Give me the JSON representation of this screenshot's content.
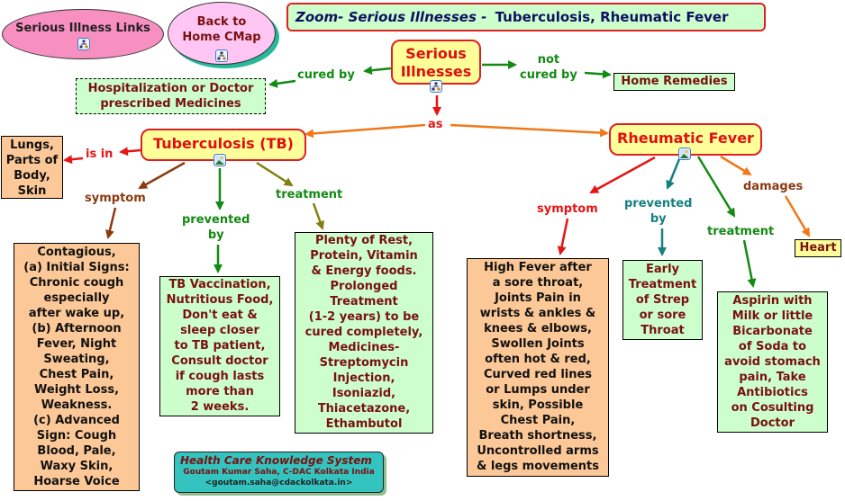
{
  "nav": {
    "serious_links": "Serious Illness Links",
    "back_home_line1": "Back to",
    "back_home_line2": "Home CMap"
  },
  "title": {
    "italic_part": "Zoom- Serious Illnesses - ",
    "bold_part": "Tuberculosis, Rheumatic Fever"
  },
  "nodes": {
    "root_line1": "Serious",
    "root_line2": "Illnesses",
    "hospitalization_line1": "Hospitalization or Doctor",
    "hospitalization_line2": "prescribed Medicines",
    "home_remedies": "Home Remedies",
    "tb": "Tuberculosis (TB)",
    "rf": "Rheumatic Fever",
    "lungs": [
      "Lungs,",
      "Parts of",
      "Body,",
      "Skin"
    ],
    "tb_symptoms": [
      "Contagious,",
      "(a) Initial Signs:",
      "Chronic cough",
      "especially",
      "after wake up,",
      "(b) Afternoon",
      "Fever, Night",
      "Sweating,",
      "Chest Pain,",
      "Weight Loss,",
      "Weakness.",
      "(c) Advanced",
      "Sign: Cough",
      "Blood, Pale,",
      "Waxy Skin,",
      "Hoarse Voice"
    ],
    "tb_prevention": [
      "TB Vaccination,",
      "Nutritious Food,",
      "Don't eat &",
      "sleep closer",
      "to TB patient,",
      "Consult doctor",
      "if cough lasts",
      "more than",
      "2 weeks."
    ],
    "tb_treatment": [
      "Plenty of Rest,",
      "Protein, Vitamin",
      "& Energy foods.",
      "Prolonged",
      "Treatment",
      "(1-2 years) to be",
      "cured completely,",
      "Medicines-",
      "Streptomycin",
      "Injection,",
      "Isoniazid,",
      "Thiacetazone,",
      "Ethambutol"
    ],
    "rf_symptoms": [
      "High Fever after",
      "a sore throat,",
      "Joints Pain in",
      "wrists & ankles &",
      "knees & elbows,",
      "Swollen Joints",
      "often hot & red,",
      "Curved red lines",
      "or Lumps under",
      "skin, Possible",
      "Chest Pain,",
      "Breath shortness,",
      "Uncontrolled arms",
      "& legs movements"
    ],
    "rf_prevention": [
      "Early",
      "Treatment",
      "of Strep",
      "or sore",
      "Throat"
    ],
    "rf_treatment": [
      "Aspirin with",
      "Milk or little",
      "Bicarbonate",
      "of Soda to",
      "avoid stomach",
      "pain, Take",
      "Antibiotics",
      "on Cosulting",
      "Doctor"
    ],
    "heart": "Heart"
  },
  "links": {
    "cured_by": "cured by",
    "not_cured_line1": "not",
    "not_cured_line2": "cured by",
    "as": "as",
    "is_in": "is in",
    "tb_symptom": "symptom",
    "tb_prevented_line1": "prevented",
    "tb_prevented_line2": "by",
    "tb_treatment": "treatment",
    "rf_symptom": "symptom",
    "rf_prevented_line1": "prevented",
    "rf_prevented_line2": "by",
    "rf_treatment": "treatment",
    "damages": "damages"
  },
  "footer": {
    "system": "Health Care Knowledge System",
    "author": "Goutam Kumar Saha, C-DAC Kolkata India",
    "email": "<goutam.saha@cdackolkata.in>"
  },
  "icons": {
    "cmap_link": "cmap-link-icon",
    "image_link": "image-link-icon"
  },
  "colors": {
    "concept_fill": "#ffff99",
    "concept_border": "#e02020",
    "green_link": "#138a13",
    "red_link": "#e51515",
    "orange_link": "#f07818",
    "brown_link": "#8b3a10",
    "olive_link": "#808010",
    "teal_link": "#168080",
    "title_fill": "#ccffcc",
    "footer_fill": "#33c4bf"
  }
}
